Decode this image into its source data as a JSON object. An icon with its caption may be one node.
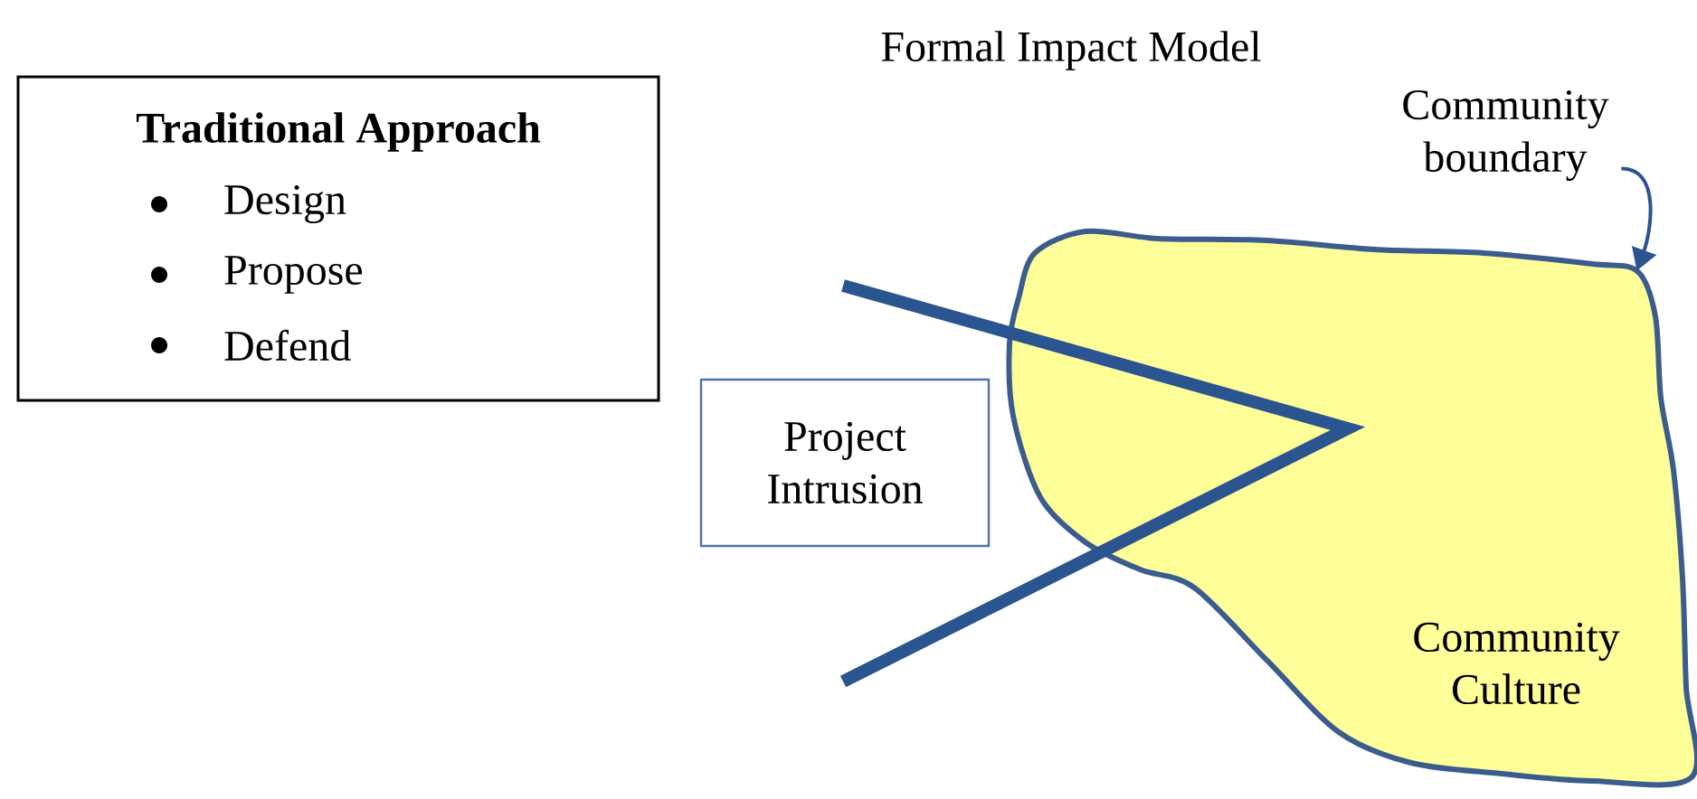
{
  "diagram": {
    "title": "Formal Impact Model",
    "nodes": [
      {
        "text": [
          "Traditional Approach",
          "Design",
          "Propose",
          "Defend"
        ]
      },
      {
        "text": [
          "Project Intrusion"
        ]
      },
      {
        "text": [
          "Community Culture"
        ]
      },
      {
        "text": [
          "Community boundary"
        ]
      }
    ],
    "edges": [
      {
        "from": 3,
        "to": 2,
        "arrow": "to"
      }
    ]
  }
}
